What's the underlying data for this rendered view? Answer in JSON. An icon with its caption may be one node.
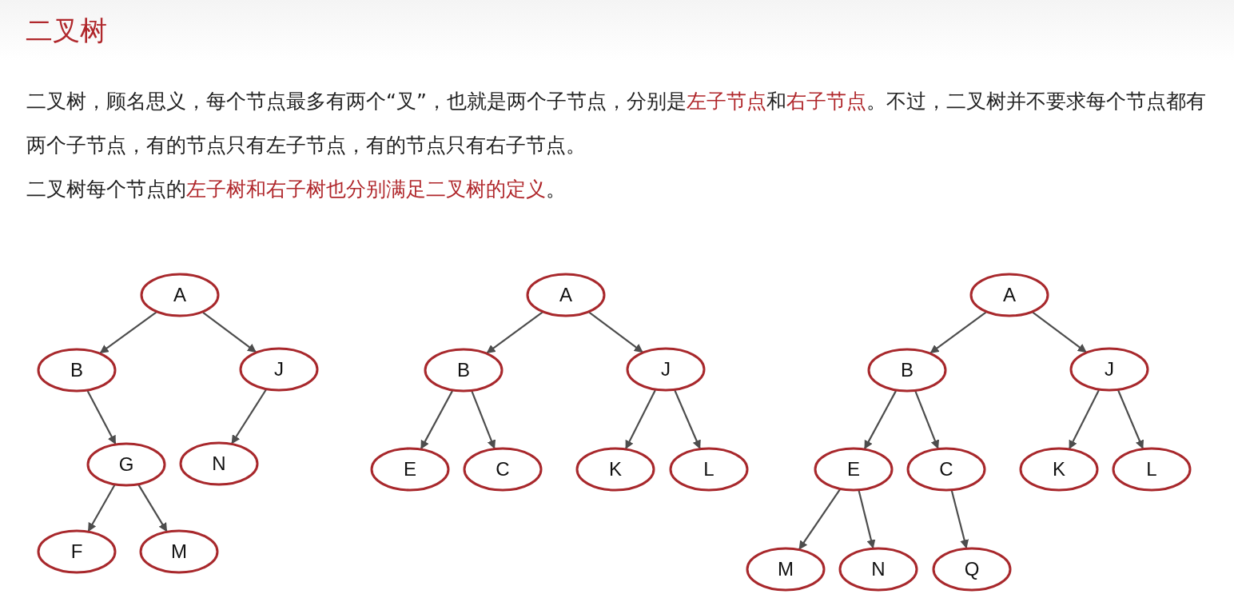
{
  "diagram": {
    "title": "二叉树",
    "nodes": [
      {
        "text": [
          "A"
        ]
      },
      {
        "text": [
          "B"
        ]
      },
      {
        "text": [
          "J"
        ]
      },
      {
        "text": [
          "G"
        ]
      },
      {
        "text": [
          "N"
        ]
      },
      {
        "text": [
          "F"
        ]
      },
      {
        "text": [
          "M"
        ]
      },
      {
        "text": [
          "A"
        ]
      },
      {
        "text": [
          "B"
        ]
      },
      {
        "text": [
          "J"
        ]
      },
      {
        "text": [
          "E"
        ]
      },
      {
        "text": [
          "C"
        ]
      },
      {
        "text": [
          "K"
        ]
      },
      {
        "text": [
          "L"
        ]
      },
      {
        "text": [
          "A"
        ]
      },
      {
        "text": [
          "B"
        ]
      },
      {
        "text": [
          "J"
        ]
      },
      {
        "text": [
          "E"
        ]
      },
      {
        "text": [
          "C"
        ]
      },
      {
        "text": [
          "K"
        ]
      },
      {
        "text": [
          "L"
        ]
      },
      {
        "text": [
          "M"
        ]
      },
      {
        "text": [
          "N"
        ]
      },
      {
        "text": [
          "Q"
        ]
      }
    ],
    "edges": [
      {
        "from": 0,
        "to": 1,
        "arrow": "to"
      },
      {
        "from": 0,
        "to": 2,
        "arrow": "to"
      },
      {
        "from": 1,
        "to": 3,
        "arrow": "to"
      },
      {
        "from": 2,
        "to": 4,
        "arrow": "to"
      },
      {
        "from": 3,
        "to": 5,
        "arrow": "to"
      },
      {
        "from": 3,
        "to": 6,
        "arrow": "to"
      },
      {
        "from": 7,
        "to": 8,
        "arrow": "to"
      },
      {
        "from": 7,
        "to": 9,
        "arrow": "to"
      },
      {
        "from": 8,
        "to": 10,
        "arrow": "to"
      },
      {
        "from": 8,
        "to": 11,
        "arrow": "to"
      },
      {
        "from": 9,
        "to": 12,
        "arrow": "to"
      },
      {
        "from": 9,
        "to": 13,
        "arrow": "to"
      },
      {
        "from": 14,
        "to": 15,
        "arrow": "to"
      },
      {
        "from": 14,
        "to": 16,
        "arrow": "to"
      },
      {
        "from": 15,
        "to": 17,
        "arrow": "to"
      },
      {
        "from": 15,
        "to": 18,
        "arrow": "to"
      },
      {
        "from": 16,
        "to": 19,
        "arrow": "to"
      },
      {
        "from": 16,
        "to": 20,
        "arrow": "to"
      },
      {
        "from": 17,
        "to": 21,
        "arrow": "to"
      },
      {
        "from": 17,
        "to": 22,
        "arrow": "to"
      },
      {
        "from": 18,
        "to": 23,
        "arrow": "to"
      }
    ],
    "labels": [
      "二叉树，顾名思义，每个节点最多有两个“叉”，也就是两个子节点，分别是**左子节点**和**右子节点**。不过，二叉树并不要求每个节点都有两个子节点，有的节点只有左子节点，有的节点只有右子节点。",
      "二叉树每个节点的**左子树和右子树也分别满足二叉树的定义**。"
    ]
  }
}
